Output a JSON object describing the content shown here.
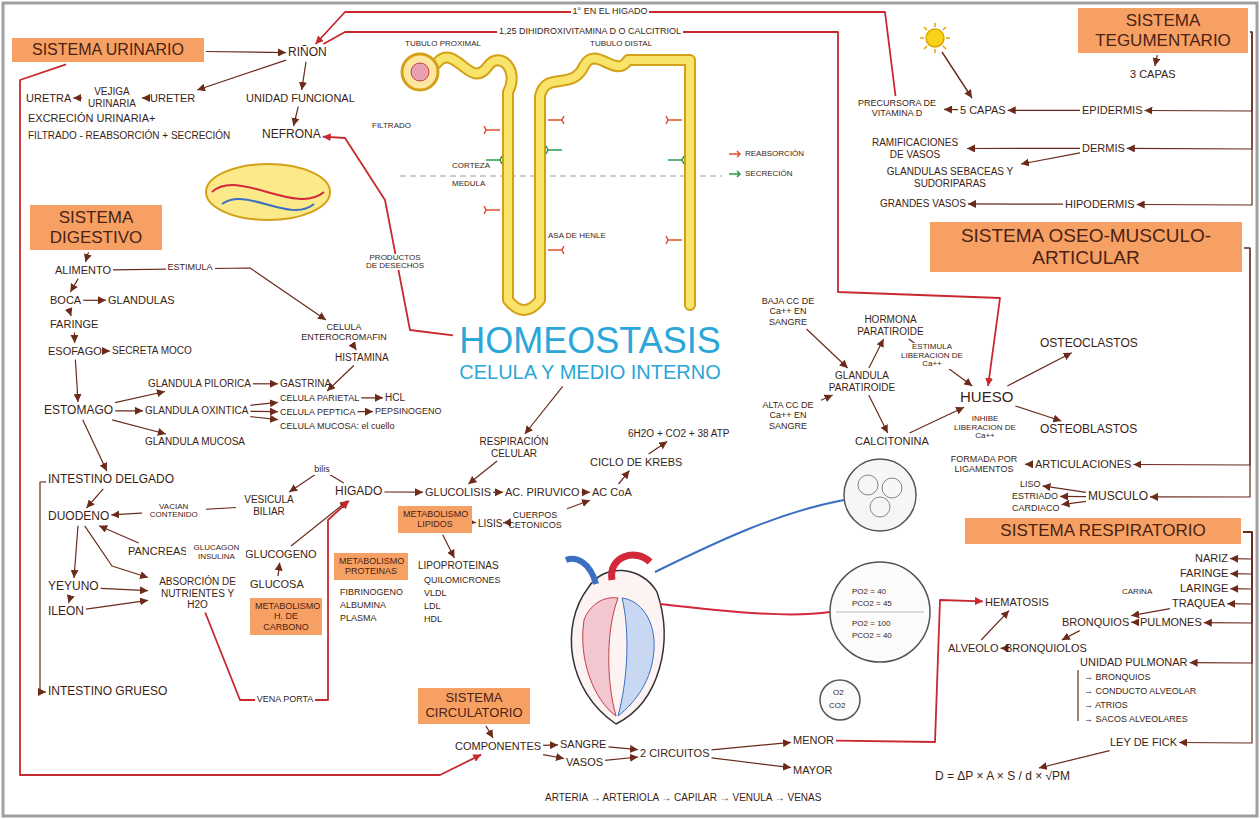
{
  "diagram": {
    "nodes": [
      {
        "text": [
          "SISTEMA URINARIO"
        ]
      },
      {
        "text": [
          "RIÑON"
        ]
      },
      {
        "text": [
          "UNIDAD FUNCIONAL"
        ]
      },
      {
        "text": [
          "NEFRONA"
        ]
      },
      {
        "text": [
          "URETER"
        ]
      },
      {
        "text": [
          "VEJIGA URINARIA"
        ]
      },
      {
        "text": [
          "URETRA"
        ]
      },
      {
        "text": [
          "EXCRECIÓN URINARIA+"
        ]
      },
      {
        "text": [
          "FILTRADO - REABSORCIÓN + SECRECIÓN"
        ]
      },
      {
        "text": [
          "SISTEMA DIGESTIVO"
        ]
      },
      {
        "text": [
          "ALIMENTO"
        ]
      },
      {
        "text": [
          "BOCA"
        ]
      },
      {
        "text": [
          "GLANDULAS"
        ]
      },
      {
        "text": [
          "FARINGE"
        ]
      },
      {
        "text": [
          "ESOFAGO"
        ]
      },
      {
        "text": [
          "SECRETA MOCO"
        ]
      },
      {
        "text": [
          "ESTOMAGO"
        ]
      },
      {
        "text": [
          "GLANDULA PILORICA"
        ]
      },
      {
        "text": [
          "GASTRINA"
        ]
      },
      {
        "text": [
          "GLANDULA OXINTICA"
        ]
      },
      {
        "text": [
          "CELULA PARIETAL"
        ]
      },
      {
        "text": [
          "HCL"
        ]
      },
      {
        "text": [
          "CELULA PEPTICA"
        ]
      },
      {
        "text": [
          "PEPSINOGENO"
        ]
      },
      {
        "text": [
          "CELULA MUCOSA: el cuello"
        ]
      },
      {
        "text": [
          "GLANDULA MUCOSA"
        ]
      },
      {
        "text": [
          "CELULA ENTEROCROMAFIN"
        ]
      },
      {
        "text": [
          "HISTAMINA"
        ]
      },
      {
        "text": [
          "INTESTINO DELGADO"
        ]
      },
      {
        "text": [
          "DUODENO"
        ]
      },
      {
        "text": [
          "YEYUNO"
        ]
      },
      {
        "text": [
          "ILEON"
        ]
      },
      {
        "text": [
          "INTESTINO GRUESO"
        ]
      },
      {
        "text": [
          "VESICULA BILIAR"
        ]
      },
      {
        "text": [
          "PANCREAS"
        ]
      },
      {
        "text": [
          "GLUCOGENO"
        ]
      },
      {
        "text": [
          "HIGADO"
        ]
      },
      {
        "text": [
          "GLUCOSA"
        ]
      },
      {
        "text": [
          "METABOLISMO H. DE CARBONO"
        ]
      },
      {
        "text": [
          "METABOLISMO PROTEINAS"
        ]
      },
      {
        "text": [
          "ABSORCIÓN DE NUTRIENTES Y H2O"
        ]
      },
      {
        "text": [
          "HOMEOSTASIS",
          "CELULA Y MEDIO INTERNO"
        ]
      },
      {
        "text": [
          "RESPIRACIÓN CELULAR"
        ]
      },
      {
        "text": [
          "GLUCOLISIS"
        ]
      },
      {
        "text": [
          "AC. PIRUVICO"
        ]
      },
      {
        "text": [
          "AC CoA"
        ]
      },
      {
        "text": [
          "CICLO DE KREBS"
        ]
      },
      {
        "text": [
          "6H2O + CO2 + 38 ATP"
        ]
      },
      {
        "text": [
          "METABOLISMO LIPIDOS"
        ]
      },
      {
        "text": [
          "LISIS"
        ]
      },
      {
        "text": [
          "CUERPOS CETONICOS"
        ]
      },
      {
        "text": [
          "LIPOPROTEINAS"
        ]
      },
      {
        "text": [
          "SISTEMA CIRCULATORIO"
        ]
      },
      {
        "text": [
          "COMPONENTES"
        ]
      },
      {
        "text": [
          "SANGRE"
        ]
      },
      {
        "text": [
          "VASOS"
        ]
      },
      {
        "text": [
          "2 CIRCUITOS"
        ]
      },
      {
        "text": [
          "MENOR"
        ]
      },
      {
        "text": [
          "MAYOR"
        ]
      },
      {
        "text": [
          "SISTEMA TEGUMENTARIO"
        ]
      },
      {
        "text": [
          "3 CAPAS"
        ]
      },
      {
        "text": [
          "5 CAPAS"
        ]
      },
      {
        "text": [
          "EPIDERMIS"
        ]
      },
      {
        "text": [
          "DERMIS"
        ]
      },
      {
        "text": [
          "HIPODERMIS"
        ]
      },
      {
        "text": [
          "PRECURSORA DE VITAMINA D"
        ]
      },
      {
        "text": [
          "RAMIFICACIONES DE VASOS"
        ]
      },
      {
        "text": [
          "GLANDULAS SEBACEAS Y SUDORIPARAS"
        ]
      },
      {
        "text": [
          "GRANDES VASOS"
        ]
      },
      {
        "text": [
          "SISTEMA OSEO-MUSCULO-ARTICULAR"
        ]
      },
      {
        "text": [
          "HUESO"
        ]
      },
      {
        "text": [
          "OSTEOCLASTOS"
        ]
      },
      {
        "text": [
          "OSTEOBLASTOS"
        ]
      },
      {
        "text": [
          "ARTICULACIONES"
        ]
      },
      {
        "text": [
          "FORMADA POR LIGAMENTOS"
        ]
      },
      {
        "text": [
          "MUSCULO"
        ]
      },
      {
        "text": [
          "LISO"
        ]
      },
      {
        "text": [
          "ESTRIADO"
        ]
      },
      {
        "text": [
          "CARDIACO"
        ]
      },
      {
        "text": [
          "HORMONA PARATIROIDE"
        ]
      },
      {
        "text": [
          "CALCITONINA"
        ]
      },
      {
        "text": [
          "GLANDULA PARATIROIDE"
        ]
      },
      {
        "text": [
          "BAJA CC DE Ca++ EN SANGRE"
        ]
      },
      {
        "text": [
          "ALTA CC DE Ca++ EN SANGRE"
        ]
      },
      {
        "text": [
          "SISTEMA RESPIRATORIO"
        ]
      },
      {
        "text": [
          "NARIZ"
        ]
      },
      {
        "text": [
          "FARINGE"
        ]
      },
      {
        "text": [
          "LARINGE"
        ]
      },
      {
        "text": [
          "TRAQUEA"
        ]
      },
      {
        "text": [
          "PULMONES"
        ]
      },
      {
        "text": [
          "BRONQUIOS"
        ]
      },
      {
        "text": [
          "BRONQUIOLOS"
        ]
      },
      {
        "text": [
          "ALVEOLO"
        ]
      },
      {
        "text": [
          "HEMATOSIS"
        ]
      },
      {
        "text": [
          "UNIDAD PULMONAR"
        ]
      },
      {
        "text": [
          "LEY DE FICK"
        ]
      },
      {
        "text": [
          "D = ΔP × A × S / d × √PM"
        ]
      }
    ],
    "edges": [
      {
        "from": 0,
        "to": 1,
        "arrow": "to"
      },
      {
        "from": 1,
        "to": 2,
        "arrow": "to"
      },
      {
        "from": 2,
        "to": 3,
        "arrow": "to"
      },
      {
        "from": 1,
        "to": 4,
        "arrow": "to"
      },
      {
        "from": 4,
        "to": 5,
        "arrow": "to"
      },
      {
        "from": 5,
        "to": 6,
        "arrow": "to"
      },
      {
        "from": 65,
        "to": 1,
        "label": "1° EN EL HIGADO",
        "arrow": "to"
      },
      {
        "from": 1,
        "to": 70,
        "label": "1,25 DIHIDROXIVITAMINA D O CALCITRIOL",
        "arrow": "to"
      },
      {
        "from": 41,
        "to": 3,
        "label": "PRODUCTOS DE DESECHOS",
        "arrow": "to"
      },
      {
        "from": 0,
        "to": 53,
        "arrow": "to"
      },
      {
        "from": 9,
        "to": 10,
        "arrow": "to"
      },
      {
        "from": 10,
        "to": 11,
        "arrow": "to"
      },
      {
        "from": 11,
        "to": 12,
        "arrow": "to"
      },
      {
        "from": 11,
        "to": 13,
        "arrow": "to"
      },
      {
        "from": 13,
        "to": 14,
        "arrow": "to"
      },
      {
        "from": 14,
        "to": 15,
        "arrow": "to"
      },
      {
        "from": 14,
        "to": 16,
        "arrow": "to"
      },
      {
        "from": 16,
        "to": 17,
        "arrow": "to"
      },
      {
        "from": 16,
        "to": 19,
        "arrow": "to"
      },
      {
        "from": 16,
        "to": 25,
        "arrow": "to"
      },
      {
        "from": 17,
        "to": 18,
        "arrow": "to"
      },
      {
        "from": 19,
        "to": 20,
        "arrow": "to"
      },
      {
        "from": 19,
        "to": 22,
        "arrow": "to"
      },
      {
        "from": 19,
        "to": 24,
        "arrow": "to"
      },
      {
        "from": 20,
        "to": 21,
        "arrow": "to"
      },
      {
        "from": 22,
        "to": 23,
        "arrow": "to"
      },
      {
        "from": 10,
        "to": 26,
        "label": "ESTIMULA",
        "arrow": "to"
      },
      {
        "from": 26,
        "to": 27,
        "arrow": "to"
      },
      {
        "from": 27,
        "to": 20,
        "arrow": "to"
      },
      {
        "from": 16,
        "to": 28,
        "arrow": "to"
      },
      {
        "from": 28,
        "to": 29,
        "arrow": "to"
      },
      {
        "from": 29,
        "to": 30,
        "arrow": "to"
      },
      {
        "from": 30,
        "to": 31,
        "arrow": "to"
      },
      {
        "from": 28,
        "to": 32,
        "arrow": "to"
      },
      {
        "from": 29,
        "to": 40,
        "arrow": "to"
      },
      {
        "from": 30,
        "to": 40,
        "arrow": "to"
      },
      {
        "from": 31,
        "to": 40,
        "arrow": "to"
      },
      {
        "from": 36,
        "to": 33,
        "label": "bilis",
        "arrow": "to"
      },
      {
        "from": 33,
        "to": 29,
        "label": "VACIAN CONTENIDO",
        "arrow": "to"
      },
      {
        "from": 34,
        "to": 29,
        "arrow": "to"
      },
      {
        "from": 34,
        "to": 35,
        "label": "GLUCAGON INSULINA",
        "arrow": "to"
      },
      {
        "from": 35,
        "to": 36,
        "arrow": "to"
      },
      {
        "from": 37,
        "to": 35,
        "arrow": "to"
      },
      {
        "from": 40,
        "to": 36,
        "label": "VENA PORTA",
        "arrow": "to"
      },
      {
        "from": 36,
        "to": 43,
        "arrow": "to"
      },
      {
        "from": 43,
        "to": 44,
        "arrow": "to"
      },
      {
        "from": 44,
        "to": 45,
        "arrow": "to"
      },
      {
        "from": 45,
        "to": 46,
        "arrow": "to"
      },
      {
        "from": 46,
        "to": 47,
        "arrow": "to"
      },
      {
        "from": 48,
        "to": 49,
        "arrow": "to"
      },
      {
        "from": 49,
        "to": 50,
        "arrow": "to"
      },
      {
        "from": 50,
        "to": 45,
        "arrow": "to"
      },
      {
        "from": 48,
        "to": 51,
        "arrow": "to"
      },
      {
        "from": 41,
        "to": 42,
        "arrow": "to"
      },
      {
        "from": 42,
        "to": 43,
        "arrow": "to"
      },
      {
        "from": 52,
        "to": 53,
        "arrow": "to"
      },
      {
        "from": 53,
        "to": 54,
        "arrow": "to"
      },
      {
        "from": 53,
        "to": 55,
        "arrow": "to"
      },
      {
        "from": 54,
        "to": 56,
        "arrow": "to"
      },
      {
        "from": 55,
        "to": 56,
        "arrow": "to"
      },
      {
        "from": 56,
        "to": 57,
        "arrow": "to"
      },
      {
        "from": 56,
        "to": 58,
        "arrow": "to"
      },
      {
        "from": 57,
        "to": 93,
        "arrow": "to"
      },
      {
        "from": 59,
        "to": 60,
        "arrow": "to"
      },
      {
        "from": 59,
        "to": 62,
        "arrow": "to"
      },
      {
        "from": 59,
        "to": 63,
        "arrow": "to"
      },
      {
        "from": 59,
        "to": 64,
        "arrow": "to"
      },
      {
        "from": 62,
        "to": 61,
        "arrow": "to"
      },
      {
        "from": 63,
        "to": 66,
        "arrow": "to"
      },
      {
        "from": 63,
        "to": 67,
        "arrow": "to"
      },
      {
        "from": 64,
        "to": 68,
        "arrow": "to"
      },
      {
        "from": 61,
        "to": 65,
        "arrow": "to"
      },
      {
        "from": 82,
        "to": 81,
        "arrow": "to"
      },
      {
        "from": 83,
        "to": 81,
        "arrow": "to"
      },
      {
        "from": 81,
        "to": 79,
        "arrow": "to"
      },
      {
        "from": 81,
        "to": 80,
        "arrow": "to"
      },
      {
        "from": 79,
        "to": 70,
        "label": "ESTIMULA LIBERACION DE Ca++",
        "arrow": "to"
      },
      {
        "from": 80,
        "to": 70,
        "label": "INHIBE LIBERACION DE Ca++",
        "arrow": "to"
      },
      {
        "from": 70,
        "to": 71,
        "arrow": "to"
      },
      {
        "from": 70,
        "to": 72,
        "arrow": "to"
      },
      {
        "from": 69,
        "to": 73,
        "arrow": "to"
      },
      {
        "from": 69,
        "to": 75,
        "arrow": "to"
      },
      {
        "from": 73,
        "to": 74,
        "arrow": "to"
      },
      {
        "from": 75,
        "to": 76,
        "arrow": "to"
      },
      {
        "from": 75,
        "to": 77,
        "arrow": "to"
      },
      {
        "from": 75,
        "to": 78,
        "arrow": "to"
      },
      {
        "from": 84,
        "to": 85,
        "arrow": "to"
      },
      {
        "from": 84,
        "to": 86,
        "arrow": "to"
      },
      {
        "from": 84,
        "to": 87,
        "arrow": "to"
      },
      {
        "from": 84,
        "to": 88,
        "arrow": "to"
      },
      {
        "from": 84,
        "to": 89,
        "arrow": "to"
      },
      {
        "from": 84,
        "to": 94,
        "arrow": "to"
      },
      {
        "from": 84,
        "to": 95,
        "arrow": "to"
      },
      {
        "from": 88,
        "to": 90,
        "arrow": "to"
      },
      {
        "from": 89,
        "to": 90,
        "arrow": "to"
      },
      {
        "from": 90,
        "to": 91,
        "arrow": "to"
      },
      {
        "from": 91,
        "to": 92,
        "arrow": "to"
      },
      {
        "from": 92,
        "to": 93,
        "arrow": "to"
      },
      {
        "from": 95,
        "to": 96,
        "arrow": "to"
      }
    ],
    "labels": [
      "FILTRADO",
      "TUBULO PROXIMAL",
      "TUBULO DISTAL",
      "CORTEZA",
      "MEDULA",
      "ASA DE HENLE",
      "QUILOMICRONES",
      "VLDL",
      "LDL",
      "HDL",
      "FIBRINOGENO",
      "ALBUMINA",
      "PLASMA",
      "ARTERIA → ARTERIOLA → CAPILAR → VENULA → VENAS",
      "CARINA",
      "→ BRONQUIOS",
      "→ CONDUCTO ALVEOLAR",
      "→ ATRIOS",
      "→ SACOS ALVEOLARES",
      "PO2 = 40",
      "PCO2 = 45",
      "PO2 = 100",
      "PCO2 = 40",
      "O2",
      "CO2"
    ],
    "legend": [
      {
        "text": "REABSORCIÓN"
      },
      {
        "text": "SECRECIÓN"
      }
    ]
  }
}
